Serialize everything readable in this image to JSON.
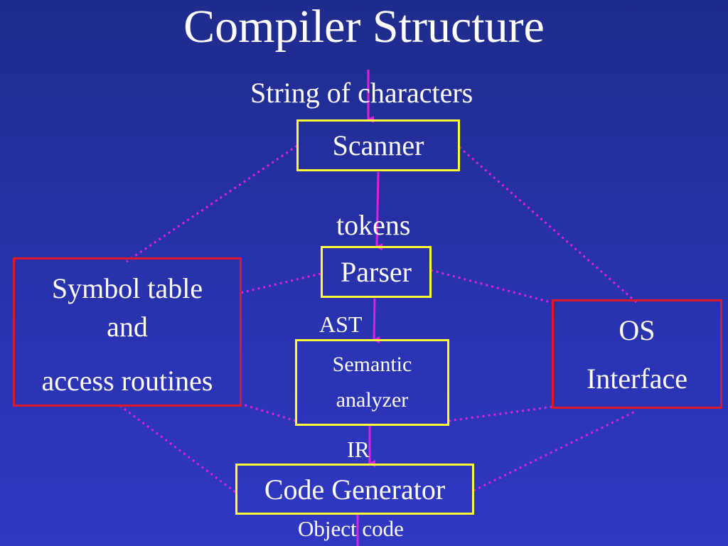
{
  "title": "Compiler Structure",
  "labels": {
    "input": "String of characters",
    "tokens": "tokens",
    "ast": "AST",
    "ir": "IR",
    "output": "Object code"
  },
  "boxes": {
    "scanner": "Scanner",
    "parser": "Parser",
    "semantic_line1": "Semantic",
    "semantic_line2": "analyzer",
    "codegen": "Code Generator",
    "symbol_line1": "Symbol table",
    "symbol_line2": "and",
    "symbol_line3": "access routines",
    "os_line1": "OS",
    "os_line2": "Interface"
  },
  "colors": {
    "background": "#2a33b0",
    "pipeline_box_border": "#ffff33",
    "support_box_border": "#e0182c",
    "flow_arrow": "#e020e0",
    "dotted_link": "#e020e0",
    "text": "#ffffff"
  }
}
